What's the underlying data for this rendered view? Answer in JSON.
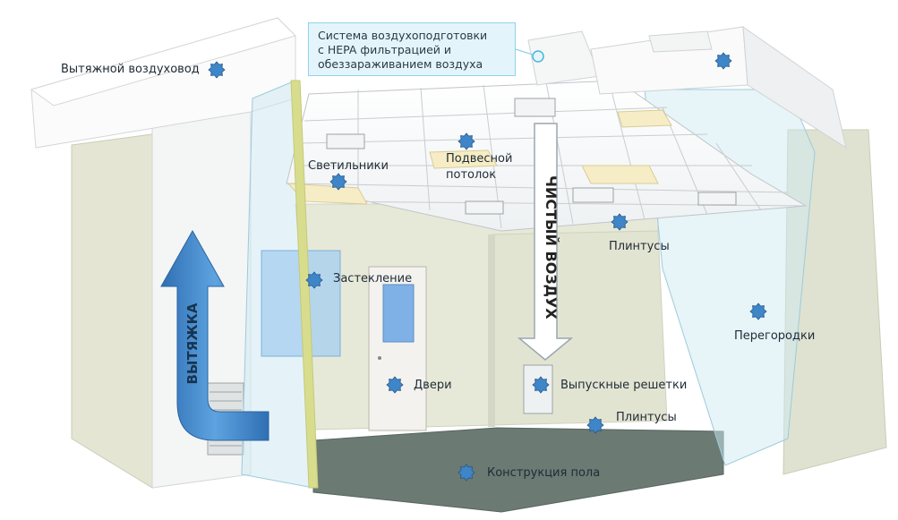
{
  "labels": {
    "exhaust_duct": "Вытяжной воздуховод",
    "hvac_system": [
      "Система воздухоподготовки",
      "с HEPA фильтрацией и",
      "обеззараживанием воздуха"
    ],
    "lights": "Светильники",
    "ceiling": [
      "Подвесной",
      "потолок"
    ],
    "clean_air": "ЧИСТЫЙ ВОЗДУХ",
    "exhaust": "ВЫТЯЖКА",
    "skirting_top": "Плинтусы",
    "glazing": "Застекление",
    "partitions": "Перегородки",
    "doors": "Двери",
    "vents": "Выпускные решетки",
    "skirting_bottom": "Плинтусы",
    "floor": "Конструкция пола"
  },
  "colors": {
    "marker": "#3f86c8",
    "exhaust_arrow": "#4a8fd0",
    "wall": "#e6e8d6",
    "floor": "#6a7a72",
    "glass": "#cfe9f2",
    "duct": "#f7f8f8",
    "callout_border": "#8fd3ea"
  }
}
